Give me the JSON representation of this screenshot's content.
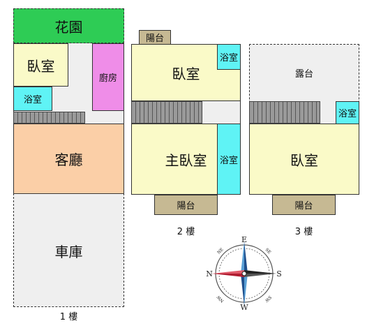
{
  "floor1": {
    "garden": "花園",
    "bedroom": "臥室",
    "kitchen": "廚房",
    "bathroom": "浴室",
    "living_room": "客廳",
    "garage": "車庫",
    "caption": "1 樓"
  },
  "floor2": {
    "balcony_top": "陽台",
    "bedroom": "臥室",
    "bathroom_top": "浴室",
    "master_bedroom": "主臥室",
    "bathroom_right": "浴室",
    "balcony_bottom": "陽台",
    "caption": "2 樓"
  },
  "floor3": {
    "terrace": "露台",
    "bathroom": "浴室",
    "bedroom": "臥室",
    "balcony": "陽台",
    "caption": "3 樓"
  },
  "compass": {
    "north": "N",
    "south": "S",
    "east": "E",
    "west": "W",
    "northeast": "NE",
    "southeast": "SE",
    "southwest": "SW",
    "northwest": "NW"
  },
  "colors": {
    "garden": "#2ecc55",
    "bedroom": "#fafac8",
    "kitchen": "#ef8de8",
    "bathroom": "#5ff3f5",
    "living_room": "#fbcfa7",
    "garage": "#efefef",
    "balcony": "#c6b993",
    "terrace": "#efefef"
  }
}
